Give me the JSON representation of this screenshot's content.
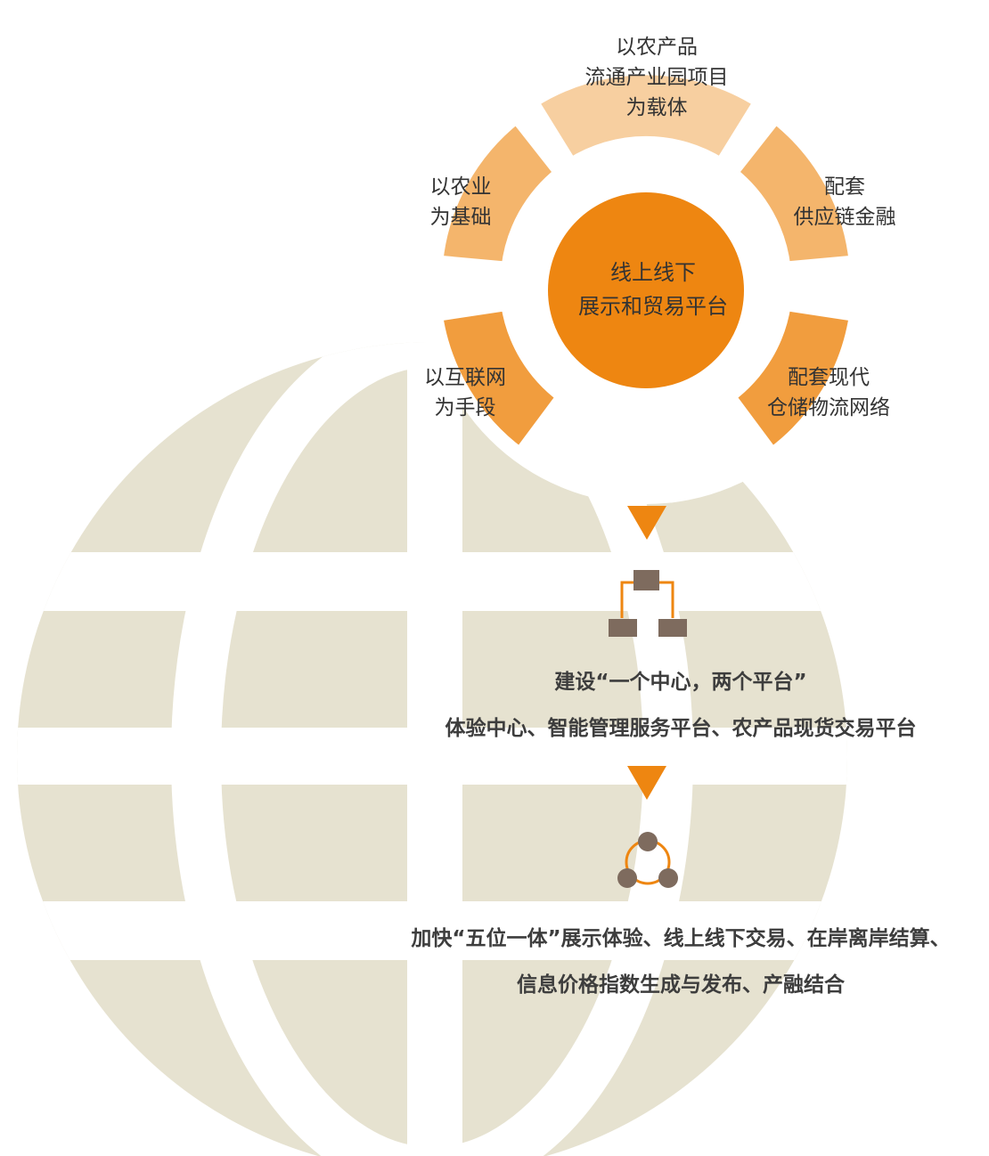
{
  "colors": {
    "globe": "#e6e2d0",
    "petal_light": "#f7cfa0",
    "petal_mid": "#f4b56c",
    "petal_strong": "#f19d3e",
    "center": "#ee8611",
    "arrow": "#ee8611",
    "icon_dark": "#7e6b5e"
  },
  "center": {
    "line1": "线上线下",
    "line2": "展示和贸易平台"
  },
  "petals": {
    "top": {
      "line1": "以农产品",
      "line2": "流通产业园项目",
      "line3": "为载体"
    },
    "upper_left": {
      "line1": "以农业",
      "line2": "为基础"
    },
    "upper_right": {
      "line1": "配套",
      "line2": "供应链金融"
    },
    "lower_left": {
      "line1": "以互联网",
      "line2": "为手段"
    },
    "lower_right": {
      "line1": "配套现代",
      "line2": "仓储物流网络"
    }
  },
  "steps": {
    "step1": {
      "line1": "建设“一个中心，两个平台”",
      "line2": "体验中心、智能管理服务平台、农产品现货交易平台",
      "icon": "hierarchy-icon"
    },
    "step2": {
      "line1": "加快“五位一体”展示体验、线上线下交易、在岸离岸结算、",
      "line2": "信息价格指数生成与发布、产融结合",
      "icon": "network-cycle-icon"
    }
  }
}
